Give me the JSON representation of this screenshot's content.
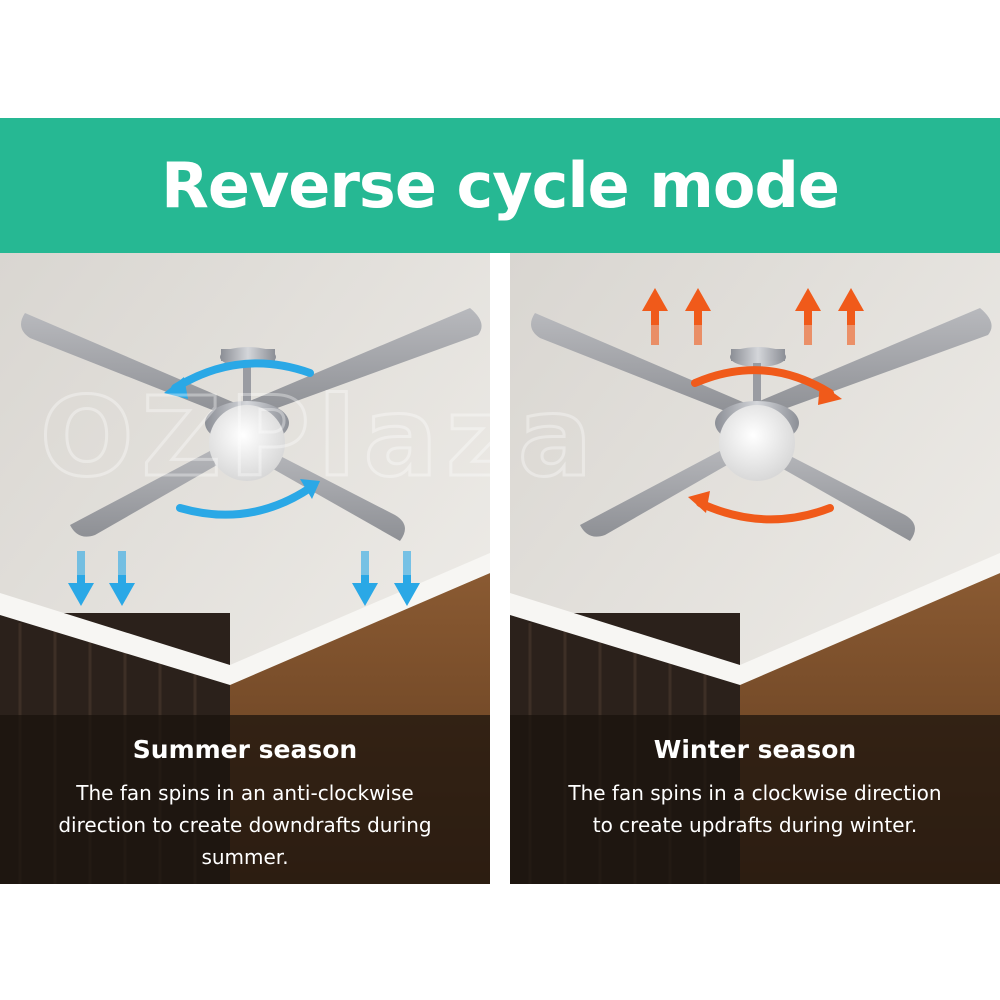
{
  "banner": {
    "title": "Reverse cycle mode",
    "color": "#26b893"
  },
  "panels": [
    {
      "title": "Summer season",
      "description": "The fan spins in an anti-clockwise direction to create downdrafts during summer.",
      "airflow": "downdraft",
      "rotation": "anti-clockwise",
      "arrow_color": "#2aa8e6",
      "arrow_icon": "arrow-down-icon"
    },
    {
      "title": "Winter season",
      "description": "The fan spins in a clockwise direction to create updrafts during winter.",
      "airflow": "updraft",
      "rotation": "clockwise",
      "arrow_color": "#f05a1a",
      "arrow_icon": "arrow-up-icon"
    }
  ],
  "watermark": "OZPlaza"
}
